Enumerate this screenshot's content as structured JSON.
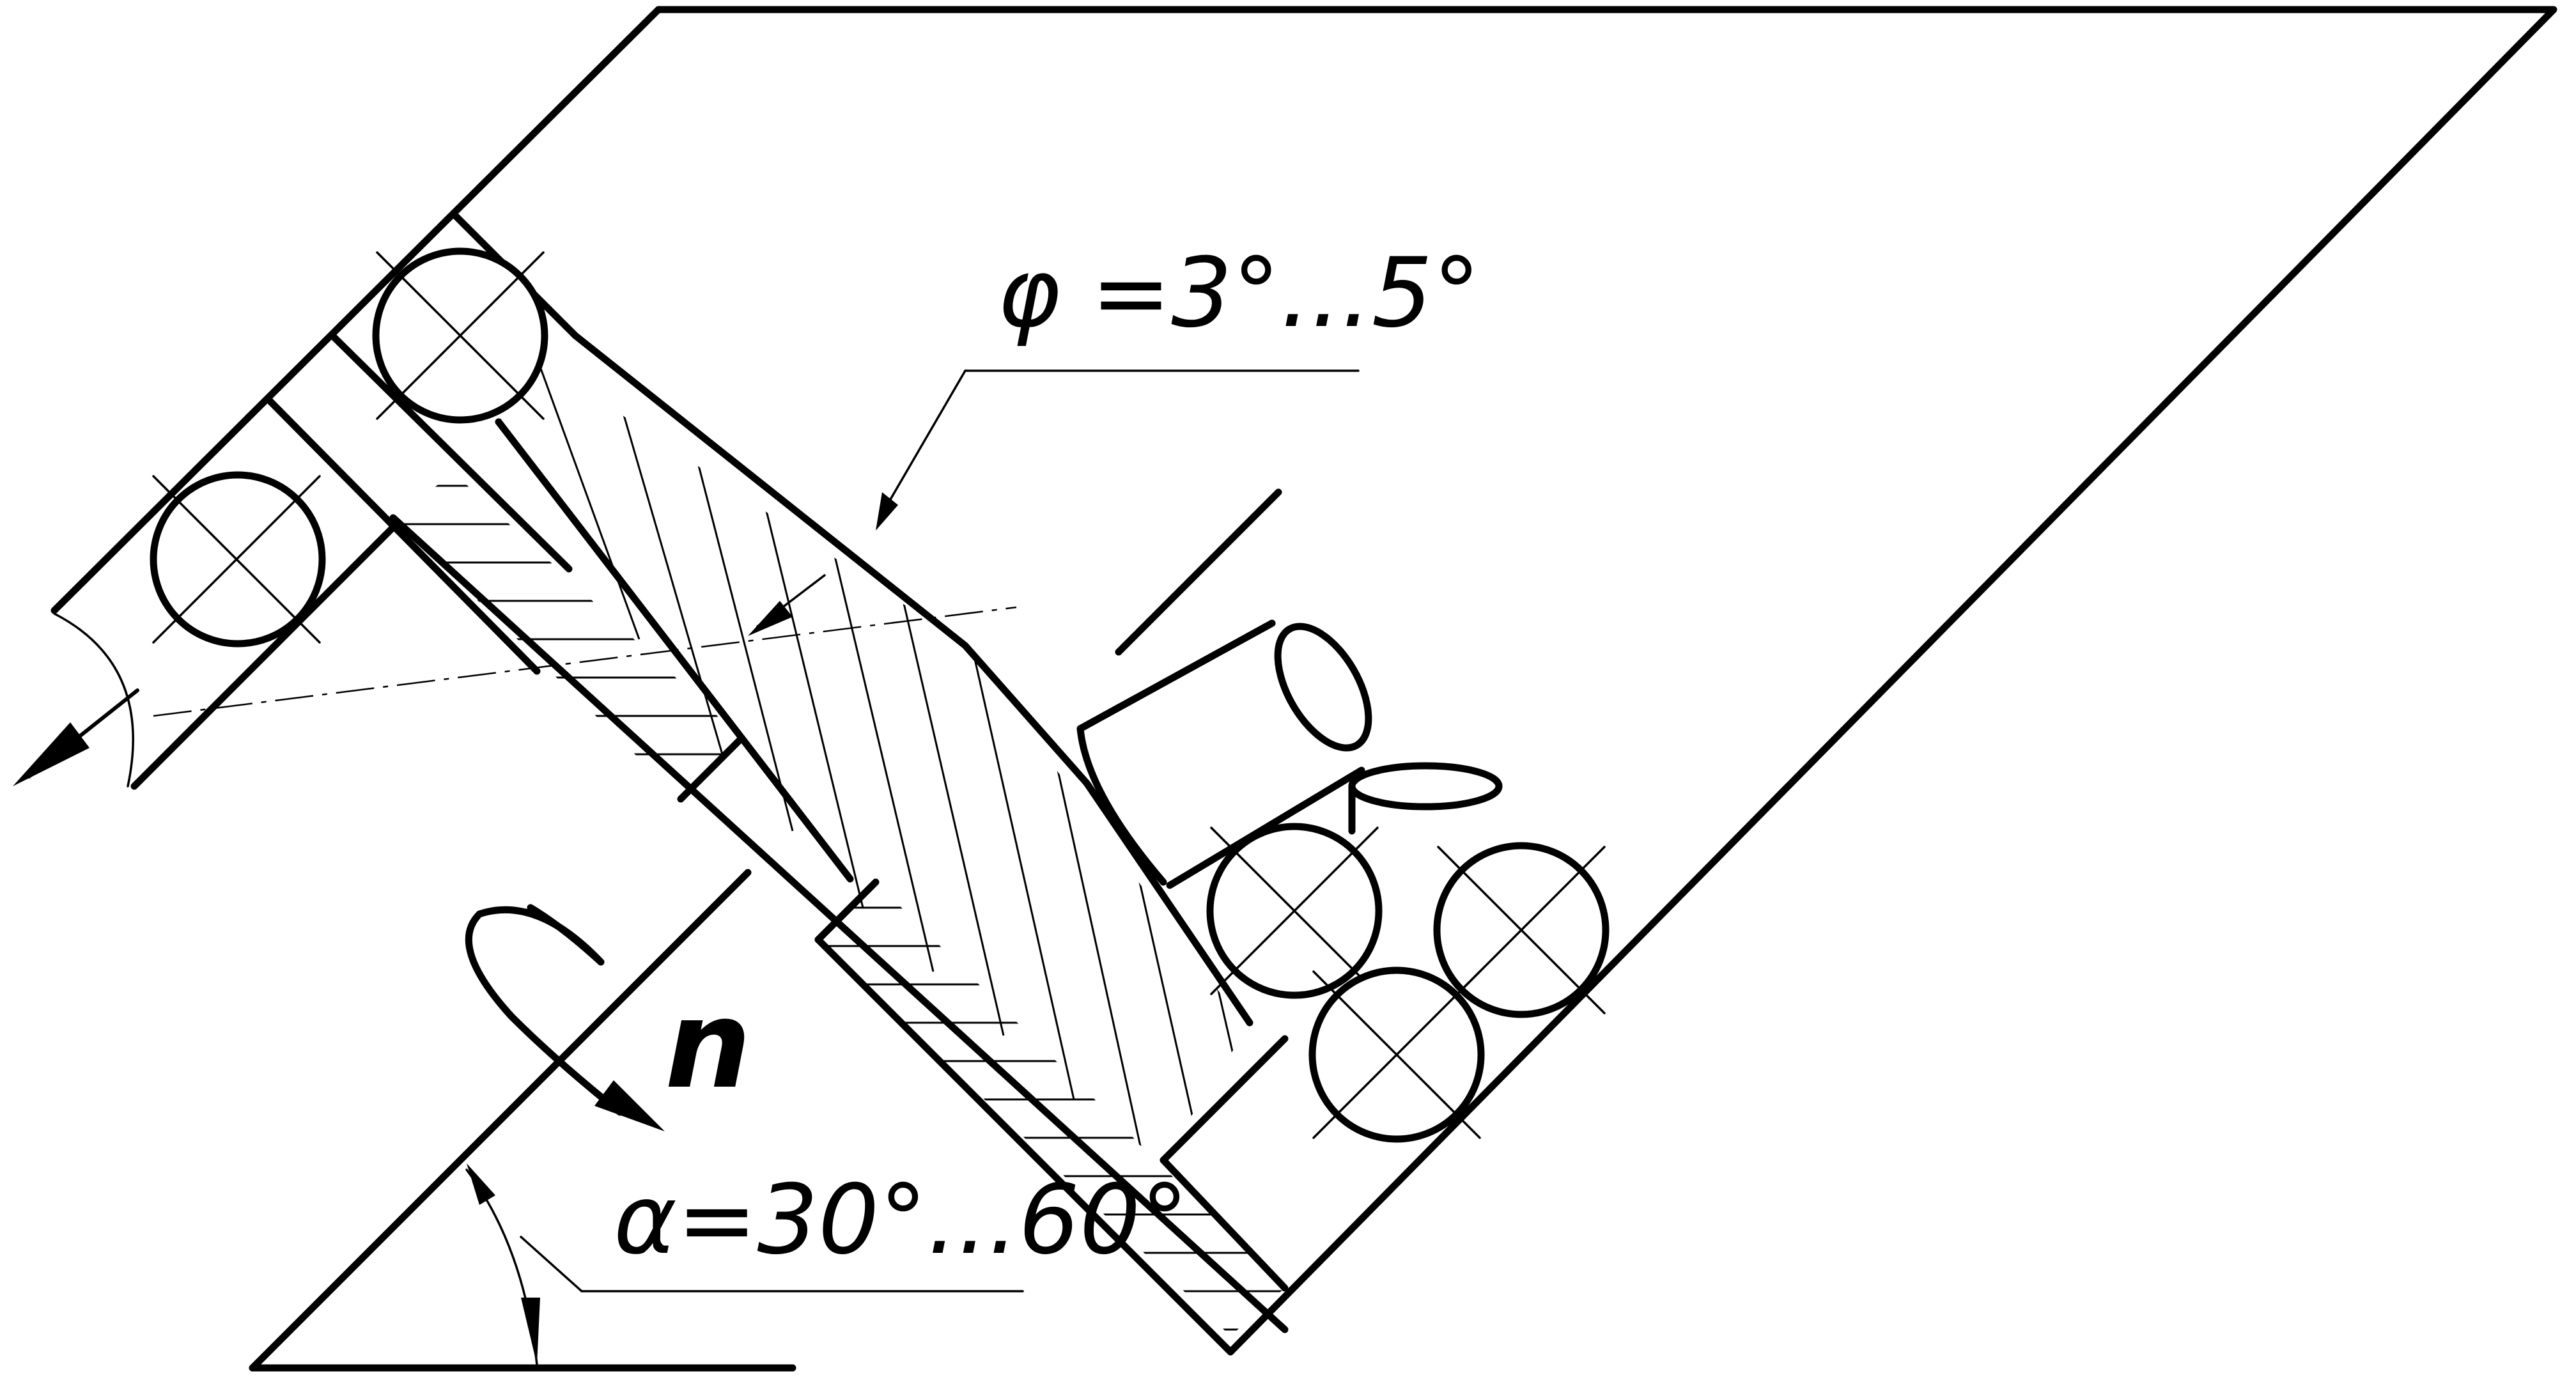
{
  "labels": {
    "phi": "φ =3°...5°",
    "n": "n",
    "alpha": "α=30°...60°"
  },
  "colors": {
    "line": "#000000",
    "background": "#ffffff"
  },
  "elements": [
    "hopper-outline",
    "rotating-disk",
    "hatched-section",
    "balls",
    "rotation-arrow",
    "discharge-arrow",
    "angle-dimensions"
  ]
}
